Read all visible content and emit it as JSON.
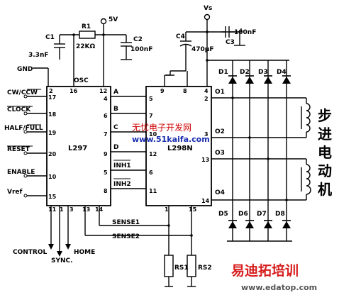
{
  "chips": {
    "left": "L297",
    "right": "L298N"
  },
  "supply": {
    "left": "5V",
    "right": "Vs"
  },
  "components": {
    "c1": "C1",
    "r1": "R1",
    "r1_val": "22KΩ",
    "c1_val": "3.3nF",
    "c2": "C2",
    "c2_val": "100nF",
    "c4": "C4",
    "c4_val": "470µF",
    "c3": "C3",
    "c3_val": "100nF",
    "gnd": "GND",
    "osc": "OSC",
    "rs1": "RS1",
    "rs2": "RS2"
  },
  "l297_inputs": [
    "CW/CCW",
    "CLOCK",
    "HALF/FULL",
    "RESET",
    "ENABLE",
    "Vref"
  ],
  "l297_input_pins": [
    "17",
    "18",
    "19",
    "20",
    "10",
    "15"
  ],
  "l297_outputs": [
    "A",
    "B",
    "C",
    "D",
    "INH1",
    "INH2"
  ],
  "l297_output_pins": [
    "4",
    "6",
    "7",
    "9",
    "5",
    "8"
  ],
  "l297_top_pins": [
    "2",
    "16",
    "12"
  ],
  "l297_bottom_pins": [
    "11",
    "1",
    "3",
    "13",
    "14"
  ],
  "l298_input_pins": [
    "5",
    "7",
    "10",
    "12",
    "6",
    "11"
  ],
  "l298_top_pins": [
    "9",
    "8",
    "4"
  ],
  "l298_bottom_pins": [
    "1",
    "15"
  ],
  "l298_output_labels": [
    "O1",
    "O2",
    "O3",
    "O4"
  ],
  "l298_output_pins": [
    "2",
    "3",
    "13",
    "14"
  ],
  "diodes_top": [
    "D1",
    "D2",
    "D3",
    "D4"
  ],
  "diodes_bottom": [
    "D5",
    "D6",
    "D7",
    "D8"
  ],
  "sense": [
    "SENSE1",
    "SENSE2"
  ],
  "bottom_labels": {
    "control": "CONTROL",
    "sync": "SYNC.",
    "home": "HOME"
  },
  "motor_label": [
    "步",
    "进",
    "电",
    "动",
    "机"
  ],
  "watermark": {
    "site_cn": "无忧电子开发网",
    "site_en": "www.51kaifa.com"
  },
  "brand": {
    "name": "易迪拓培训",
    "url": "www.edatop.com"
  }
}
